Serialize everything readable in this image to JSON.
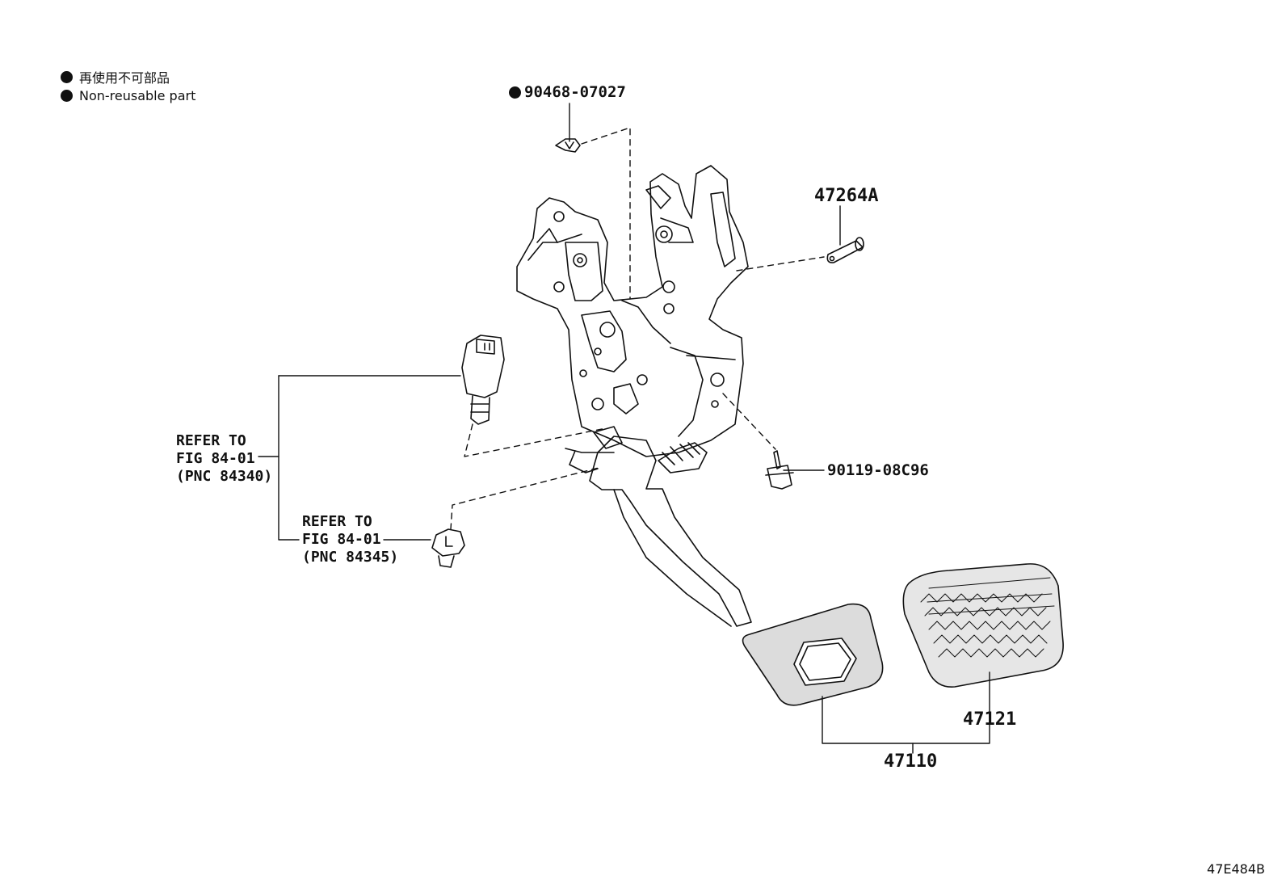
{
  "legend": {
    "ja": "再使用不可部品",
    "en": "Non-reusable part"
  },
  "parts": {
    "clip": "90468-07027",
    "pin": "47264A",
    "bolt": "90119-08C96",
    "pedal_assy": "47110",
    "pad": "47121"
  },
  "refs": {
    "switch_ref": [
      "REFER TO",
      "FIG 84-01",
      "(PNC 84340)"
    ],
    "clamp_ref": [
      "REFER TO",
      "FIG 84-01",
      "(PNC 84345)"
    ]
  },
  "figure_code": "47E484B",
  "colors": {
    "ink": "#111111",
    "pad_fill": "#e6e6e6",
    "pedal_fill": "#dcdcdc"
  }
}
